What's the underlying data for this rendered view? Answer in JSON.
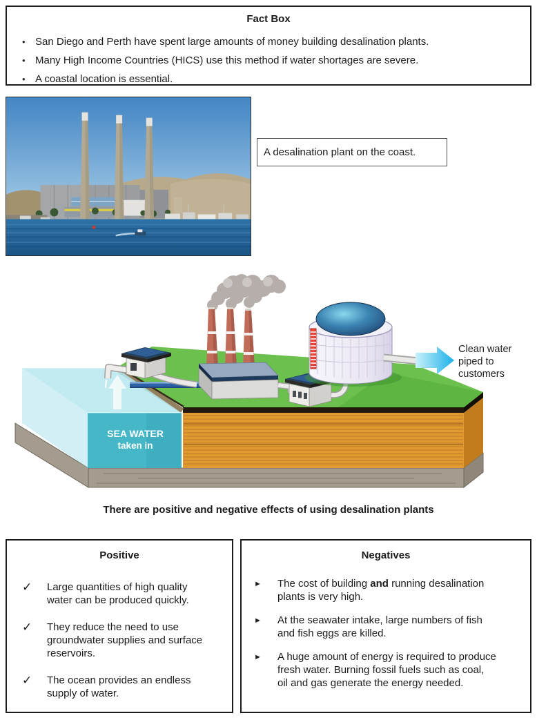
{
  "fact_box": {
    "title": "Fact Box",
    "bullet_glyph": "•",
    "bullets": [
      "San Diego and Perth have spent large amounts of money building desalination plants.",
      "Many High Income Countries (HICS) use this method if water shortages are severe.",
      "A coastal location is essential."
    ]
  },
  "photo": {
    "caption": "A desalination plant on the coast."
  },
  "diagram": {
    "sea_water_label": {
      "line1": "SEA WATER",
      "line2": "taken in"
    },
    "clean_water_label": {
      "line1": "Clean water",
      "line2": "piped to",
      "line3": "customers"
    },
    "colors": {
      "grass": "#6cc14e",
      "sea_front": "#45b7c6",
      "sea_top": "#b6e7ef",
      "soil": "#e09a30",
      "base": "#a49c8e",
      "chimney": "#c06c58",
      "tank_dome": "#1c3e6b",
      "roof_navy": "#23405f",
      "arrow_cyan": "#1db1e8"
    }
  },
  "middle_caption": "There are positive and negative effects of using desalination plants",
  "positive_box": {
    "title": "Positive",
    "bullet_glyph": "✓",
    "items": [
      "Large quantities of high quality water can be produced quickly.",
      "They reduce the need to use groundwater supplies and surface reservoirs.",
      "The ocean provides an endless supply of water."
    ]
  },
  "negatives_box": {
    "title": "Negatives",
    "bullet_glyph": "►",
    "items": [
      {
        "pre": "The cost of building ",
        "bold": "and",
        "post": " running desalination plants is very high."
      },
      {
        "pre": "At the seawater intake, large numbers of fish and fish eggs are killed.",
        "bold": "",
        "post": ""
      },
      {
        "pre": "A huge amount of energy is required to produce fresh water. Burning fossil fuels such as coal, oil and gas generate the energy needed.",
        "bold": "",
        "post": ""
      }
    ]
  }
}
